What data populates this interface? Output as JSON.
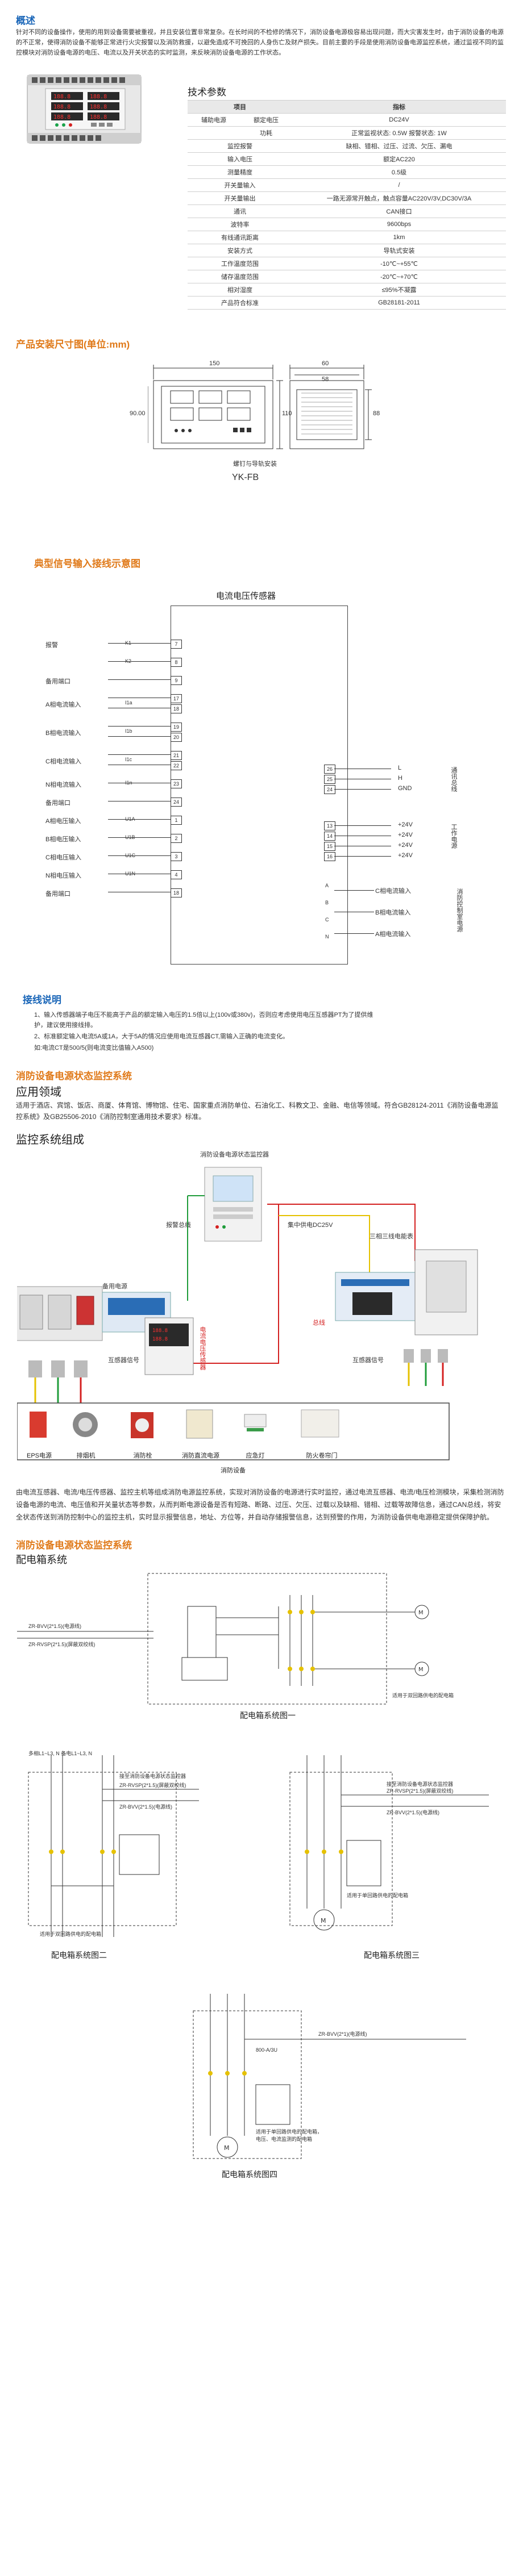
{
  "overview": {
    "title": "概述",
    "paragraph": "针对不同的设备操作，使用的用到设备需要被重视，并且安装位置非常复杂。在长时间的不检修的情况下，消防设备电源极容易出现问题，而大灾害发生时，由于消防设备的电源的不正常，使得消防设备不能够正常进行火灾报警以及消防救援，以避免造成不可挽回的人身伤亡及财产损失。目前主要的手段是使用消防设备电源监控系统，通过监视不同的监控模块对消防设备电源的电压、电流以及开关状态的实时监测，来反映消防设备电源的工作状态。"
  },
  "specs": {
    "title": "技术参数",
    "header": [
      "项目",
      "指标"
    ],
    "rows": [
      {
        "item": "辅助电源",
        "sub": "额定电压",
        "value": "DC24V"
      },
      {
        "item": "",
        "sub": "功耗",
        "value": "正常监视状态: 0.5W        报警状态: 1W"
      },
      {
        "item": "监控报警",
        "sub": "",
        "value": "缺相、错相、过压、过流、欠压、漏电"
      },
      {
        "item": "输入电压",
        "sub": "",
        "value": "额定AC220"
      },
      {
        "item": "测量精度",
        "sub": "",
        "value": "0.5级"
      },
      {
        "item": "开关量输入",
        "sub": "",
        "value": "/"
      },
      {
        "item": "开关量输出",
        "sub": "",
        "value": "一路无源常开触点，触点容量AC220V/3V,DC30V/3A"
      },
      {
        "item": "通讯",
        "sub": "",
        "value": "CAN接口"
      },
      {
        "item": "波特率",
        "sub": "",
        "value": "9600bps"
      },
      {
        "item": "有线通讯距离",
        "sub": "",
        "value": "1km"
      },
      {
        "item": "安装方式",
        "sub": "",
        "value": "导轨式安装"
      },
      {
        "item": "工作温度范围",
        "sub": "",
        "value": "-10℃~+55℃"
      },
      {
        "item": "储存温度范围",
        "sub": "",
        "value": "-20℃~+70℃"
      },
      {
        "item": "相对湿度",
        "sub": "",
        "value": "≤95%不凝露"
      },
      {
        "item": "产品符合标准",
        "sub": "",
        "value": "GB28181-2011"
      }
    ]
  },
  "dimensions": {
    "title": "产品安装尺寸图(单位:mm)",
    "w_front": "150",
    "w_side": "60",
    "w_side_inner": "58",
    "h_front": "110",
    "h_side": "110",
    "h_side_inner": "88",
    "h_left": "90.00",
    "note": "螺钉与导轨安装",
    "model": "YK-FB"
  },
  "wiring": {
    "title": "典型信号输入接线示意图",
    "device_title": "电流电压传感器",
    "left_groups": [
      {
        "label": "报警",
        "sub": "K1",
        "pins": [
          "7"
        ]
      },
      {
        "label": "",
        "sub": "K2",
        "pins": [
          "8"
        ]
      },
      {
        "label": "备用端口",
        "sub": "",
        "pins": [
          "9"
        ]
      },
      {
        "label": "A相电流输入",
        "sub": "I1a",
        "pins": [
          "17",
          "18"
        ]
      },
      {
        "label": "B相电流输入",
        "sub": "I1b",
        "pins": [
          "19",
          "20"
        ]
      },
      {
        "label": "C相电流输入",
        "sub": "I1c",
        "pins": [
          "21",
          "22"
        ]
      },
      {
        "label": "N相电流输入",
        "sub": "I1n",
        "pins": [
          "23"
        ]
      },
      {
        "label": "备用端口",
        "sub": "",
        "pins": [
          "24"
        ]
      },
      {
        "label": "A相电压输入",
        "sub": "U1A",
        "pins": [
          "1"
        ]
      },
      {
        "label": "B相电压输入",
        "sub": "U1B",
        "pins": [
          "2"
        ]
      },
      {
        "label": "C相电压输入",
        "sub": "U1C",
        "pins": [
          "3"
        ]
      },
      {
        "label": "N相电压输入",
        "sub": "U1N",
        "pins": [
          "4"
        ]
      },
      {
        "label": "备用端口",
        "sub": "",
        "pins": [
          "18"
        ]
      }
    ],
    "right_top": {
      "pins": [
        "26",
        "25",
        "24"
      ],
      "labels": [
        "L",
        "H",
        "GND"
      ],
      "group": "通讯总线"
    },
    "right_mid": {
      "pins": [
        "13",
        "14",
        "15",
        "16"
      ],
      "labels": [
        "+24V",
        "+24V",
        "+24V",
        "+24V"
      ],
      "group": "工作电源"
    },
    "right_bottom": {
      "pins": [
        "A",
        "B",
        "C",
        "N"
      ],
      "labels": [
        "C相电流输入",
        "B相电流输入",
        "A相电流输入"
      ],
      "group": "消防控制室电源"
    }
  },
  "notes": {
    "title": "接线说明",
    "items": [
      "1、输入传感器端子电压不能高于产品的额定输入电压的1.5倍以上(100v或380v)，否则应考虑使用电压互感器PT为了提供维护，建议使用接线排。",
      "2、标准额定输入电流5A或1A，大于5A的情况应使用电流互感器CT,需输入正确的电流变化。",
      "如:电流CT是500/5(则电流变比值输入A500)"
    ]
  },
  "monitor_section": {
    "title": "消防设备电源状态监控系统",
    "app_title": "应用领域",
    "app_text": "适用于酒店、宾馆、饭店、商厦、体育馆、博物馆、住宅、国家重点消防单位、石油化工、科教文卫、金融、电信等领域。符合GB28124-2011《消防设备电源监控系统》及GB25506-2010《消防控制室通用技术要求》标准。",
    "system_title": "监控系统组成",
    "host_label": "消防设备电源状态监控器",
    "bus_label": "集中供电DC25V",
    "alarm_label": "报警总线",
    "backup_label": "备用电源",
    "sensor_label": "电流电压传感器",
    "three_phase_label": "三相三线电能表",
    "bus2_label": "总线",
    "signal_label": "互感器信号",
    "signal_label2": "互感器信号",
    "devices": [
      "EPS电源",
      "排烟机",
      "消防栓",
      "消防直流电源",
      "应急灯",
      "防火卷帘门"
    ],
    "devices_title": "消防设备",
    "desc": "由电流互感器、电流/电压传感器、监控主机等组成消防电源监控系统，实现对消防设备的电源进行实时监控，通过电流互感器、电流/电压检测模块，采集检测消防设备电源的电流、电压值和开关量状态等参数，从而判断电源设备是否有短路、断路、过压、欠压、过载以及缺相、错相、过载等故障信息，通过CAN总线，将安全状态传送到消防控制中心的监控主机，实时显示报警信息，地址、方位等，并自动存储报警信息，达到预警的作用，为消防设备供电电源稳定提供保障护航。"
  },
  "distribution": {
    "title": "消防设备电源状态监控系统",
    "sub_title": "配电箱系统",
    "diagram1_title": "配电箱系统图一",
    "diagram2_title": "配电箱系统图二",
    "diagram3_title": "配电箱系统图三",
    "diagram4_title": "配电箱系统图四",
    "d1_cable": "ZR-BVV(2*1.5)(电源线)",
    "d1_bus": "ZR-RVSP(2*1.5)(屏蔽双绞线)",
    "d1_note": "适用于双回路供电的配电箱",
    "d2_phase": "多相L1~L3, N   备电L1~L3, N",
    "d2_cable1": "ZR-RVSP(2*1.5)(屏蔽双绞线)",
    "d2_cable2": "ZR-BVV(2*1.5)(电源线)",
    "d2_device": "接至消防设备电源状态监控器",
    "d2_note": "适用于双回路供电的配电箱",
    "d3_cable1": "ZR-RVSP(2*1.5)(屏蔽双绞线)",
    "d3_cable2": "ZR-BVV(2*1.5)(电源线)",
    "d3_device": "接至消防设备电源状态监控器",
    "d3_note": "适用于单回路供电的配电箱",
    "d4_cable": "ZR-BVV(2*1)(电源线)",
    "d4_ct": "800-A/3U",
    "d4_note": "适用于单回路供电的配电箱，电压、电流监测的配电箱"
  },
  "colors": {
    "blue": "#1a66b8",
    "orange": "#e07a1a",
    "red": "#d42020",
    "green": "#1f9c3a",
    "yellow": "#e5c100"
  }
}
